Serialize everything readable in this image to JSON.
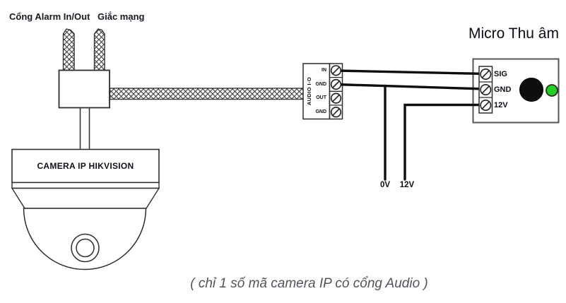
{
  "diagram": {
    "camera_section": {
      "alarm_port_label": "Cổng Alarm In/Out",
      "network_jack_label": "Giắc mạng",
      "camera_label": "CAMERA IP HIKVISION"
    },
    "audio_block": {
      "title": "AUDIO I-O",
      "terminals": [
        "IN",
        "GND",
        "OUT",
        "GND"
      ]
    },
    "microphone": {
      "title": "Micro Thu âm",
      "terminals": [
        "SIG",
        "GND",
        "12V"
      ]
    },
    "power_labels": {
      "zero_v": "0V",
      "twelve_v": "12V"
    },
    "caption": "( chỉ 1 số mã camera IP có cổng Audio )",
    "colors": {
      "led_green": "#23cd23",
      "line_black": "#1f1f1f",
      "caption_gray": "#54525a"
    }
  }
}
